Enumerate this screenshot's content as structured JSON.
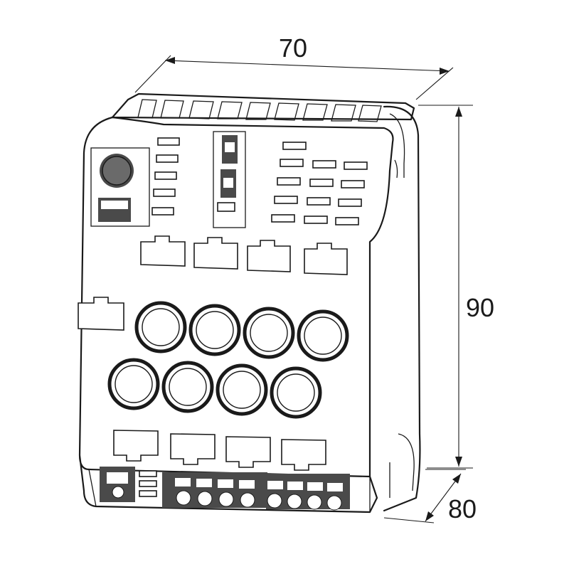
{
  "dimensions": {
    "width": "70",
    "height": "90",
    "depth": "80"
  }
}
